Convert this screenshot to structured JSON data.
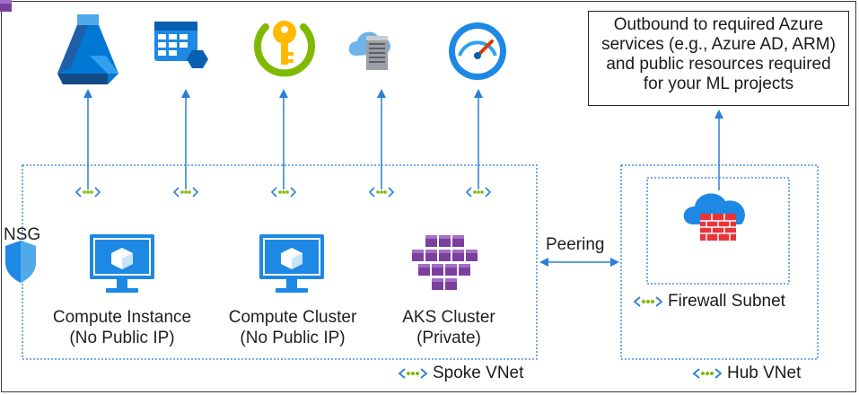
{
  "outbound": {
    "lines": [
      "Outbound to required Azure",
      "services (e.g., Azure AD, ARM)",
      "and public resources required",
      "for your ML projects"
    ]
  },
  "services": [
    {
      "name": "azure-machine-learning-icon"
    },
    {
      "name": "storage-table-icon"
    },
    {
      "name": "key-vault-icon"
    },
    {
      "name": "container-registry-icon"
    },
    {
      "name": "application-insights-icon"
    }
  ],
  "nsg": {
    "label": "NSG"
  },
  "compute_instance": {
    "line1": "Compute Instance",
    "line2": "(No Public IP)"
  },
  "compute_cluster": {
    "line1": "Compute Cluster",
    "line2": "(No Public IP)"
  },
  "aks_cluster": {
    "line1": "AKS Cluster",
    "line2": "(Private)"
  },
  "peering": {
    "label": "Peering"
  },
  "firewall_subnet": {
    "label": "Firewall Subnet"
  },
  "spoke_vnet": {
    "label": "Spoke VNet"
  },
  "hub_vnet": {
    "label": "Hub VNet"
  },
  "colors": {
    "arrow": "#2a7fd4",
    "azure_blue": "#0078d4",
    "dotted": "#2a7fd4",
    "firewall_red": "#e8353a",
    "aks_purple": "#7b3f9e",
    "keyvault_green": "#7fba00",
    "keyvault_yellow": "#ffb900"
  }
}
